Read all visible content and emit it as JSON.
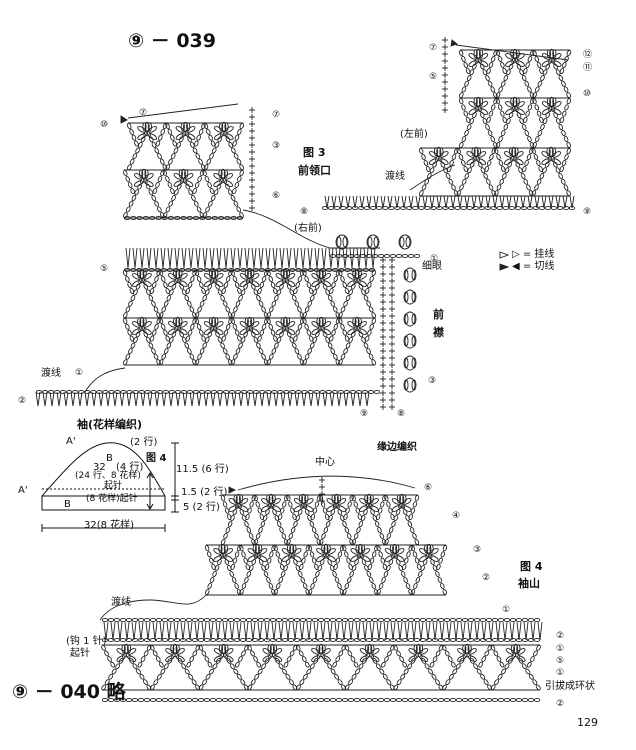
{
  "page": {
    "header_top": "⑨ － 039",
    "header_bottom": "⑨ － 040 略",
    "page_number": "129"
  },
  "fig3": {
    "title": "图 3",
    "subtitle": "前领口",
    "left_front": "(左前)",
    "right_front": "(右前)",
    "duxian_a": "渡线",
    "duxian_b": "渡线",
    "xiyan": "细眼",
    "qian": "前",
    "jin": "襟",
    "edge": "缘边编织",
    "legend_hang": "▷ = 挂线",
    "legend_cut": "◀ = 切线"
  },
  "sleeve": {
    "title": "袖(花样编织)",
    "a_top": "A'",
    "a_left": "A'",
    "b_top": "B",
    "b_bottom": "B",
    "rows2_top": "(2 行)",
    "fig_label": "图 4",
    "n32": "32",
    "rows4": "(4 行)",
    "rows24": "(24 行、8 花样)",
    "qizhen1": "起针",
    "mid_text": "(8 花样)起针",
    "width": "32(8 花样)",
    "d1": "11.5 (6 行)",
    "d2": "1.5 (2 行)",
    "d3": "5 (2 行)"
  },
  "fig4": {
    "title": "图 4",
    "subtitle": "袖山",
    "center": "中心",
    "duxian": "渡线",
    "zhen1": "(钩 1 针)",
    "qizhen": "起针",
    "ring": "引拔成环状"
  },
  "row_markers": {
    "fig3_left": [
      "⑦",
      "⑩",
      "⑤",
      "①",
      "②"
    ],
    "fig3_right_top": [
      "⑦",
      "⑤"
    ],
    "fig3_right_side": [
      "⑫",
      "⑪",
      "⑩",
      "⑨"
    ],
    "fig3_mid": [
      "⑦",
      "③",
      "⑥",
      "⑧",
      "①",
      "③"
    ],
    "fig3_bottom": [
      "⑨",
      "⑧"
    ],
    "fig4_right": [
      "⑥",
      "④",
      "③",
      "②",
      "①"
    ],
    "fig4_bottom": [
      "②",
      "①",
      "⑤",
      "①",
      "②"
    ]
  }
}
